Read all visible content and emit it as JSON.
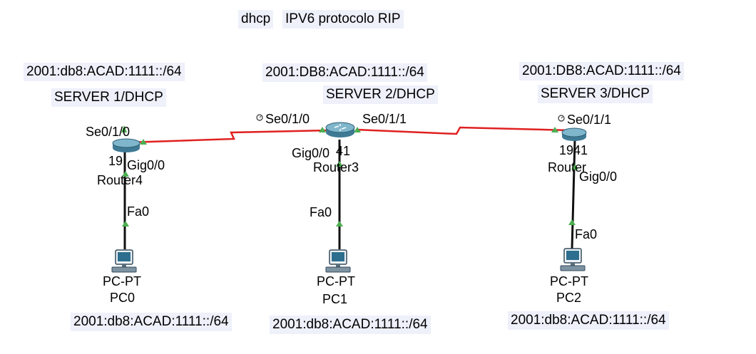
{
  "title_notes": {
    "dhcp": "dhcp",
    "protocol": "IPV6 protocolo RIP"
  },
  "notes": {
    "net1": "2001:db8:ACAD:1111::/64",
    "server1": "SERVER 1/DHCP",
    "net2": "2001:DB8:ACAD:1111::/64",
    "server2": "SERVER 2/DHCP",
    "net3": "2001:DB8:ACAD:1111::/64",
    "server3": "SERVER 3/DHCP",
    "pc0_net": "2001:db8:ACAD:1111::/64",
    "pc1_net": "2001:db8:ACAD:1111::/64",
    "pc2_net": "2001:db8:ACAD:1111::/64"
  },
  "routers": [
    {
      "model": "19",
      "name": "Router4",
      "serial_if": "Se0/1/0",
      "lan_if": "Gig0/0"
    },
    {
      "model": "41",
      "name": "Router3",
      "serial_if_left": "Se0/1/0",
      "serial_if_right": "Se0/1/1",
      "lan_if": "Gig0/0"
    },
    {
      "model": "1941",
      "name": "Router",
      "serial_if": "Se0/1/1",
      "lan_if": "Gig0/0"
    }
  ],
  "pcs": [
    {
      "type": "PC-PT",
      "name": "PC0",
      "if": "Fa0"
    },
    {
      "type": "PC-PT",
      "name": "PC1",
      "if": "Fa0"
    },
    {
      "type": "PC-PT",
      "name": "PC2",
      "if": "Fa0"
    }
  ],
  "colors": {
    "serial_link": "#e02020",
    "ethernet_link": "#111111",
    "port_up": "#4caf50",
    "note_bg": "#eef0fa"
  }
}
